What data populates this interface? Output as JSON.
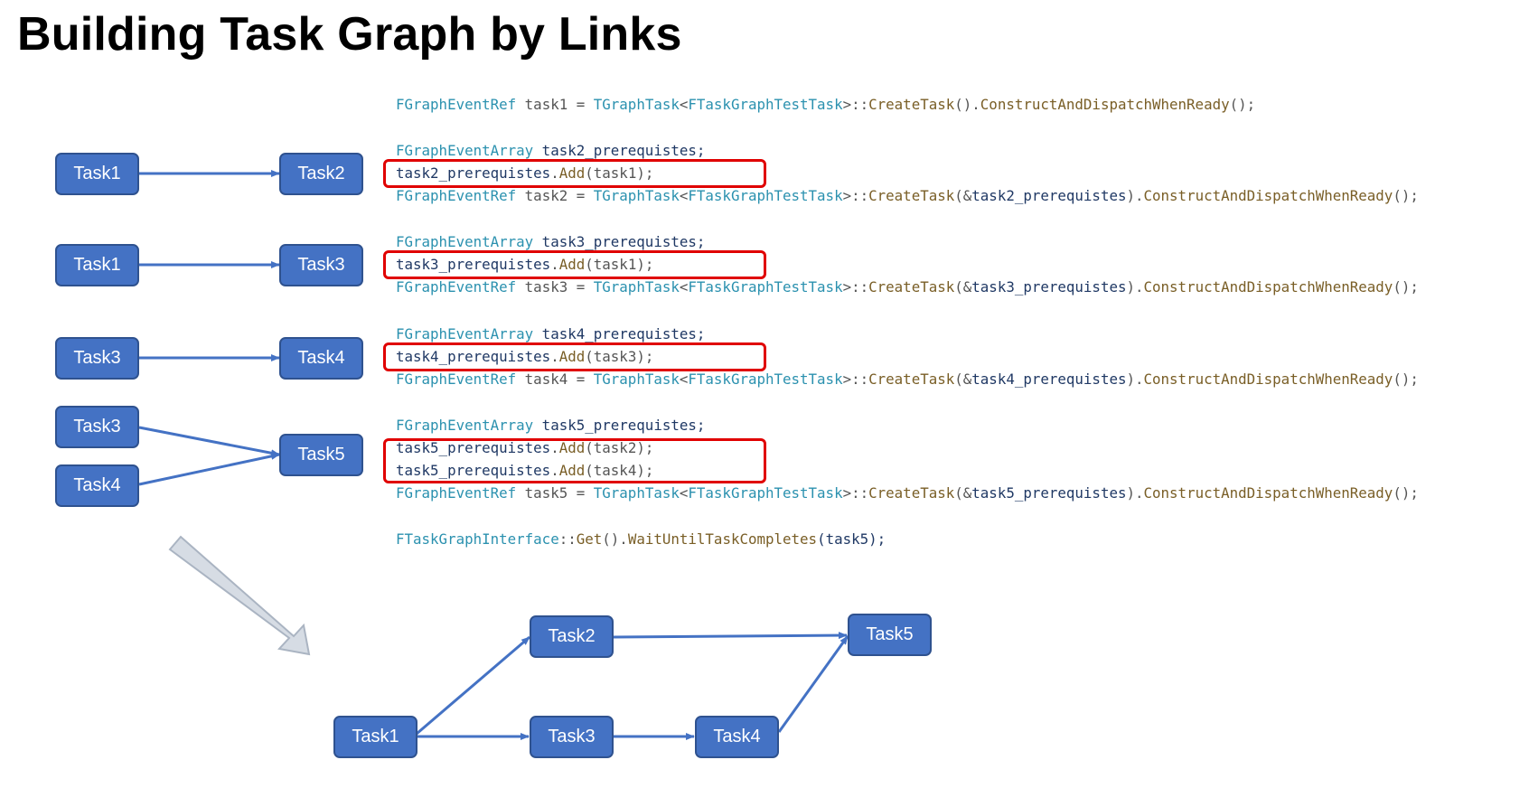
{
  "title": "Building Task Graph by Links",
  "pairs": [
    {
      "from": "Task1",
      "to": "Task2"
    },
    {
      "from": "Task1",
      "to": "Task3"
    },
    {
      "from": "Task3",
      "to": "Task4"
    }
  ],
  "merge": {
    "from_a": "Task3",
    "from_b": "Task4",
    "to": "Task5"
  },
  "graph": {
    "n1": "Task1",
    "n2": "Task2",
    "n3": "Task3",
    "n4": "Task4",
    "n5": "Task5"
  },
  "code": {
    "l1": [
      "FGraphEventRef",
      " task1 = ",
      "TGraphTask",
      "<",
      "FTaskGraphTestTask",
      ">::",
      "CreateTask",
      "().",
      "ConstructAndDispatchWhenReady",
      "();"
    ],
    "l2": [
      "FGraphEventArray",
      " task2_prerequistes;"
    ],
    "l3": [
      "task2_prerequistes",
      ".",
      "Add",
      "(task1);"
    ],
    "l4": [
      "FGraphEventRef",
      " task2 = ",
      "TGraphTask",
      "<",
      "FTaskGraphTestTask",
      ">::",
      "CreateTask",
      "(&",
      "task2_prerequistes",
      ").",
      "ConstructAndDispatchWhenReady",
      "();"
    ],
    "l5": [
      "FGraphEventArray",
      " task3_prerequistes;"
    ],
    "l6": [
      "task3_prerequistes",
      ".",
      "Add",
      "(task1);"
    ],
    "l7": [
      "FGraphEventRef",
      " task3 = ",
      "TGraphTask",
      "<",
      "FTaskGraphTestTask",
      ">::",
      "CreateTask",
      "(&",
      "task3_prerequistes",
      ").",
      "ConstructAndDispatchWhenReady",
      "();"
    ],
    "l8": [
      "FGraphEventArray",
      " task4_prerequistes;"
    ],
    "l9": [
      "task4_prerequistes",
      ".",
      "Add",
      "(task3);"
    ],
    "l10": [
      "FGraphEventRef",
      " task4 = ",
      "TGraphTask",
      "<",
      "FTaskGraphTestTask",
      ">::",
      "CreateTask",
      "(&",
      "task4_prerequistes",
      ").",
      "ConstructAndDispatchWhenReady",
      "();"
    ],
    "l11": [
      "FGraphEventArray",
      " task5_prerequistes;"
    ],
    "l12": [
      "task5_prerequistes",
      ".",
      "Add",
      "(task2);"
    ],
    "l13": [
      "task5_prerequistes",
      ".",
      "Add",
      "(task4);"
    ],
    "l14": [
      "FGraphEventRef",
      " task5 = ",
      "TGraphTask",
      "<",
      "FTaskGraphTestTask",
      ">::",
      "CreateTask",
      "(&",
      "task5_prerequistes",
      ").",
      "ConstructAndDispatchWhenReady",
      "();"
    ],
    "l15": [
      "FTaskGraphInterface",
      "::",
      "Get",
      "().",
      "WaitUntilTaskCompletes",
      "(task5);"
    ]
  },
  "colors": {
    "node_fill": "#4472c4",
    "node_border": "#2f528f",
    "edge": "#4472c4",
    "highlight": "#e00000",
    "code_type": "#2b91af",
    "code_func": "#795e26",
    "big_arrow": "#d6dce4"
  }
}
